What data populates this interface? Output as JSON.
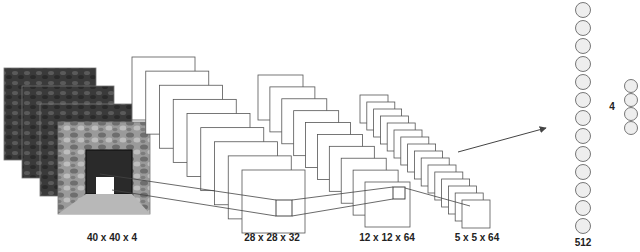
{
  "diagram": {
    "labels": [
      "40 x 40 x 4",
      "28 x 28 x 32",
      "12 x 12 x 64",
      "5 x 5 x 64",
      "512",
      "4"
    ]
  }
}
